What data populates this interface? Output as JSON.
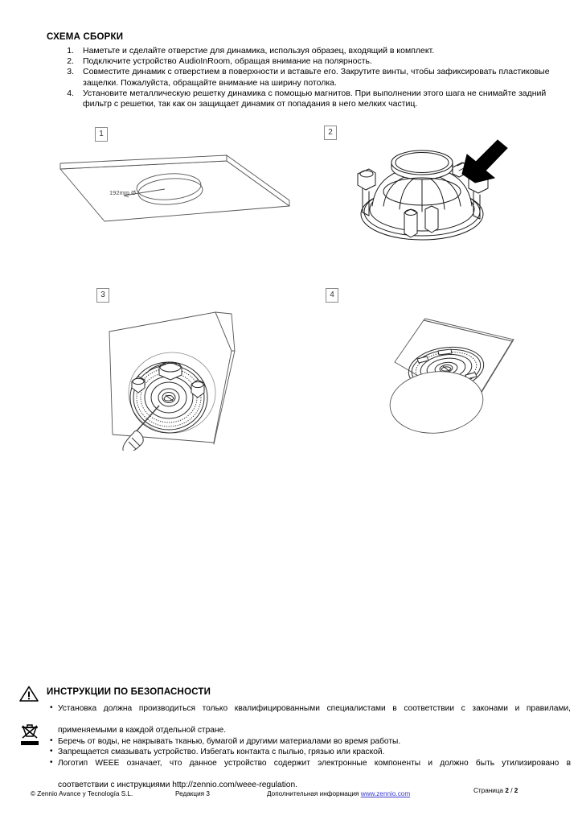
{
  "assembly": {
    "title": "СХЕМА СБОРКИ",
    "steps": [
      {
        "num": "1.",
        "text": "Наметьте и сделайте отверстие для динамика, используя образец, входящий в комплект."
      },
      {
        "num": "2.",
        "text": "Подключите устройство AudioInRoom, обращая внимание на полярность."
      },
      {
        "num": "3.",
        "text": "Совместите динамик с отверстием в поверхности и вставьте его. Закрутите винты, чтобы зафиксировать пластиковые защелки. Пожалуйста, обращайте внимание на ширину потолка."
      },
      {
        "num": "4.",
        "text": "Установите металлическую решетку динамика с помощью магнитов. При выполнении этого шага не снимайте задний фильтр с решетки, так как он защищает динамик от попадания в него мелких частиц."
      }
    ]
  },
  "figures": [
    {
      "badge": "1",
      "caption": "ceiling-panel-with-hole",
      "dimension": "192mm Ø"
    },
    {
      "badge": "2",
      "caption": "speaker-unit-wiring-terminal"
    },
    {
      "badge": "3",
      "caption": "speaker-mounted-screwdriver"
    },
    {
      "badge": "4",
      "caption": "grille-attachment"
    }
  ],
  "safety": {
    "title": "ИНСТРУКЦИИ ПО БЕЗОПАСНОСТИ",
    "warning_icon": "warning-triangle-icon",
    "weee_icon": "weee-crossed-bin-icon",
    "items": [
      {
        "line1": "Установка должна производиться только квалифицированными специалистами в соответствии с законами и правилами,",
        "line2": "применяемыми в каждой отдельной стране."
      },
      {
        "line1": "Беречь от воды, не накрывать тканью, бумагой и другими материалами во время работы.",
        "line2": ""
      },
      {
        "line1": "Запрещается смазывать устройство. Избегать контакта с пылью, грязью или краской.",
        "line2": ""
      },
      {
        "line1": "Логотип WEEE означает, что данное устройство содержит электронные компоненты и должно быть утилизировано в",
        "line2": "соответствии с инструкциями http://zennio.com/weee-regulation."
      }
    ]
  },
  "footer": {
    "copyright": "© Zennio Avance y Tecnología S.L.",
    "revision": "Редакция 3",
    "more_info_label": "Дополнительная информация",
    "link_text": "www.zennio.com",
    "link_color": "#3a3ad0",
    "page_label": "Страница",
    "page_current": "2",
    "page_separator": "/",
    "page_total": "2"
  }
}
